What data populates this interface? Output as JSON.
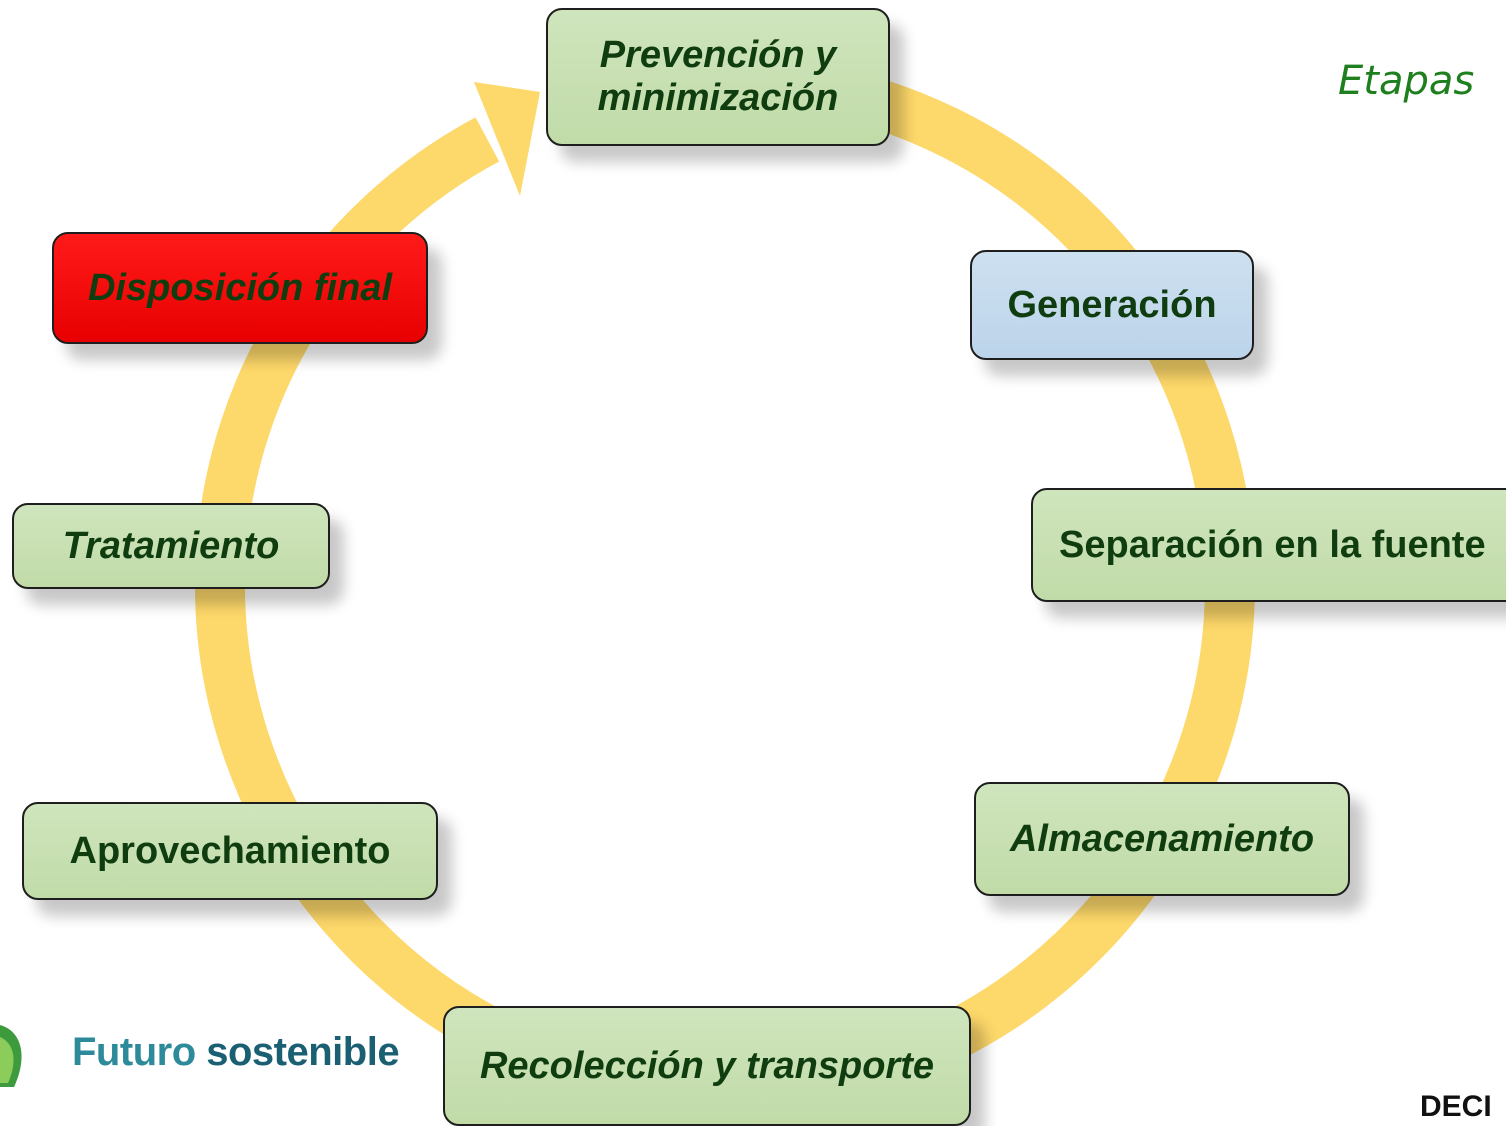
{
  "title": "Etapas",
  "colors": {
    "ring": "#fdd86a",
    "stage": "#c5deae",
    "generation": "#c5daee",
    "final": "#ff0000",
    "text": "#0f3d0f"
  },
  "stages": {
    "prevencion": {
      "line1": "Prevención y",
      "line2": "minimización"
    },
    "generacion": "Generación",
    "separacion": "Separación en la fuente",
    "almacenamiento": "Almacenamiento",
    "recoleccion": "Recolección y transporte",
    "aprovechamiento": "Aprovechamiento",
    "tratamiento": "Tratamiento",
    "disposicion": "Disposición final"
  },
  "logo": {
    "word1": "Futuro",
    "word2": "sostenible",
    "icon": "leaf-icon"
  },
  "footer": "DECI"
}
